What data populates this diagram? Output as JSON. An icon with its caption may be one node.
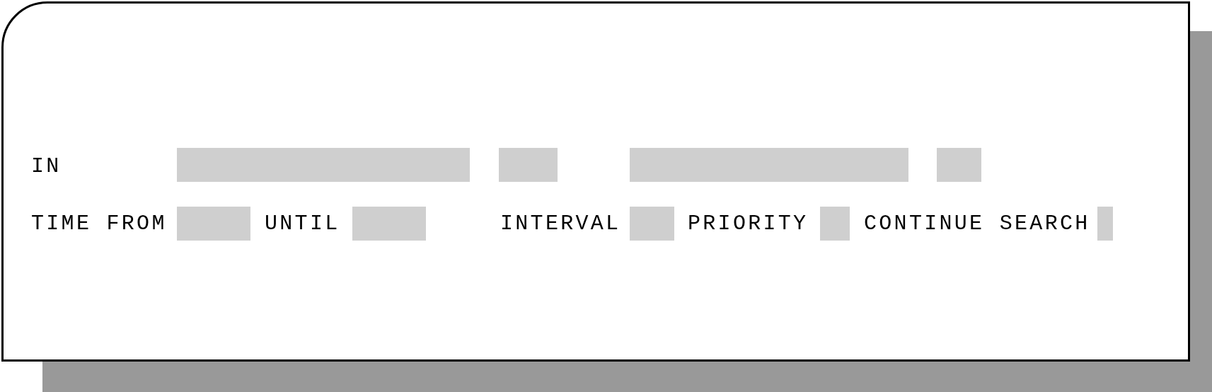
{
  "diagram": {
    "labels": [
      "IN",
      "TIME FROM",
      "UNTIL",
      "INTERVAL",
      "PRIORITY",
      "CONTINUE SEARCH"
    ]
  }
}
